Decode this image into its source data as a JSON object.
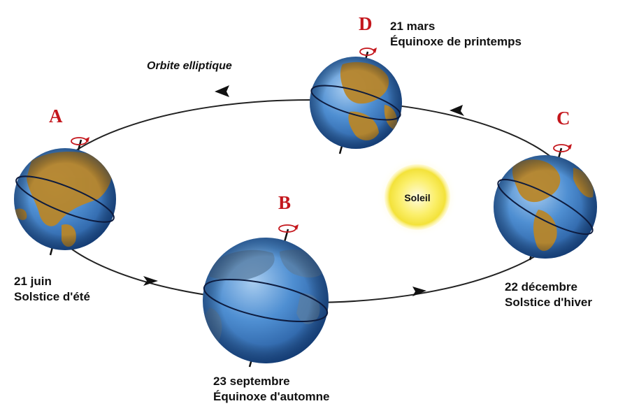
{
  "orbit": {
    "title": "Orbite elliptique"
  },
  "sun": {
    "label": "Soleil",
    "color": "#f7e64a"
  },
  "positions": [
    {
      "key": "A",
      "letter": "A",
      "date": "21 juin",
      "event": "Solstice d'été"
    },
    {
      "key": "B",
      "letter": "B",
      "date": "23 septembre",
      "event": "Équinoxe d'automne"
    },
    {
      "key": "C",
      "letter": "C",
      "date": "22 décembre",
      "event": "Solstice d'hiver"
    },
    {
      "key": "D",
      "letter": "D",
      "date": "21 mars",
      "event": "Équinoxe de printemps"
    }
  ],
  "colors": {
    "letters": "#c4161c",
    "orbit": "#111111",
    "ocean": "#3f7fc8",
    "land": "#b8862b",
    "rotation_arrow": "#c4161c"
  },
  "icons": {
    "earth": "globe-icon",
    "rotation": "rotation-arrow-icon",
    "direction": "orbit-direction-arrow-icon"
  }
}
